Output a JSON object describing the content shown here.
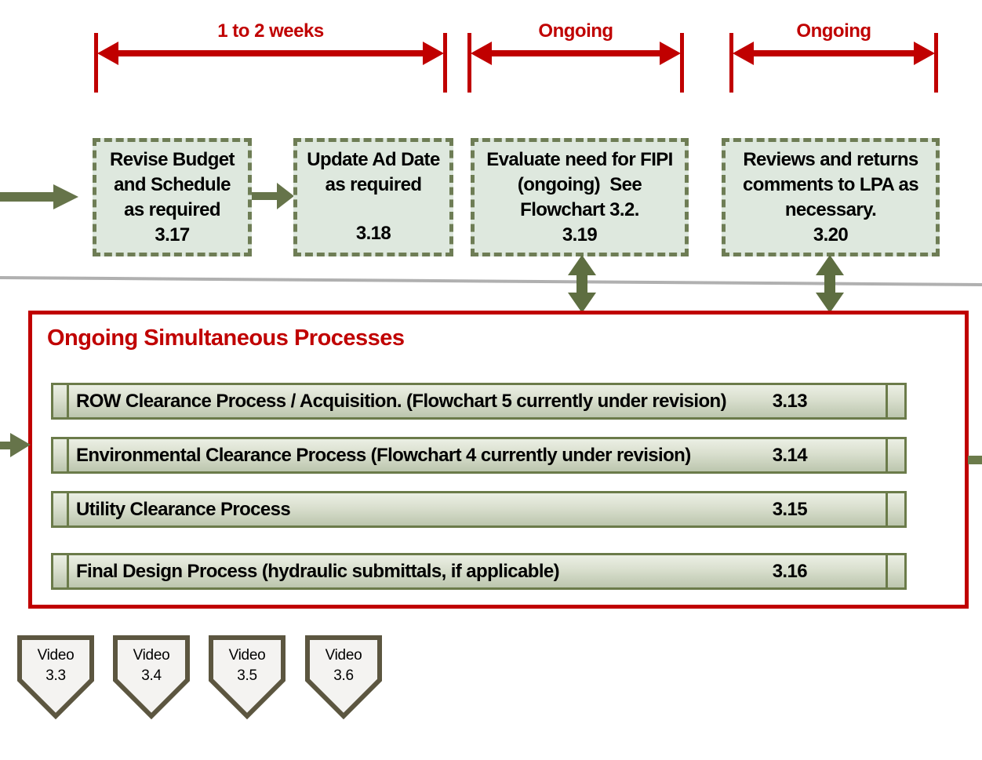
{
  "palette": {
    "red": "#C00000",
    "olive_arrow": "#66744A",
    "olive_border": "#6B7B4A",
    "dashed_box_border": "#6E7D55",
    "dashed_box_fill": "#DEE8DE",
    "bar_gradient_top": "#EBEFE4",
    "bar_gradient_bottom": "#BCC6AE",
    "gray_line": "#B0B0B0",
    "pentagon_border": "#5C5640",
    "pentagon_fill": "#F4F3F1"
  },
  "timeline_arrows": [
    {
      "label": "1 to 2 weeks"
    },
    {
      "label": "Ongoing"
    },
    {
      "label": "Ongoing"
    }
  ],
  "process_boxes": [
    {
      "text": "Revise Budget\nand Schedule\nas required",
      "number": "3.17"
    },
    {
      "text": "Update Ad Date\nas required",
      "number": "3.18"
    },
    {
      "text": "Evaluate need for FIPI\n(ongoing)  See\nFlowchart 3.2.",
      "number": "3.19"
    },
    {
      "text": "Reviews and returns\ncomments to LPA as\nnecessary.",
      "number": "3.20"
    }
  ],
  "ongoing_section": {
    "title": "Ongoing Simultaneous Processes",
    "bars": [
      {
        "label": "ROW Clearance Process / Acquisition. (Flowchart 5 currently under revision)",
        "number": "3.13"
      },
      {
        "label": "Environmental Clearance Process (Flowchart 4 currently under revision)",
        "number": "3.14"
      },
      {
        "label": "Utility Clearance Process",
        "number": "3.15"
      },
      {
        "label": "Final Design Process (hydraulic submittals, if applicable)",
        "number": "3.16"
      }
    ]
  },
  "videos": [
    {
      "label": "Video",
      "number": "3.3"
    },
    {
      "label": "Video",
      "number": "3.4"
    },
    {
      "label": "Video",
      "number": "3.5"
    },
    {
      "label": "Video",
      "number": "3.6"
    }
  ]
}
